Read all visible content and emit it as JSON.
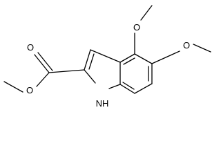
{
  "structure": {
    "atoms": {
      "ester_carbonyl_oxygen": "O",
      "ester_ether_oxygen": "O",
      "methoxy_oxygen_4": "O",
      "methoxy_oxygen_5": "O",
      "ring_nitrogen": "NH"
    },
    "colors": {
      "bond": "#000000",
      "label": "#000000",
      "background": "#ffffff"
    }
  }
}
